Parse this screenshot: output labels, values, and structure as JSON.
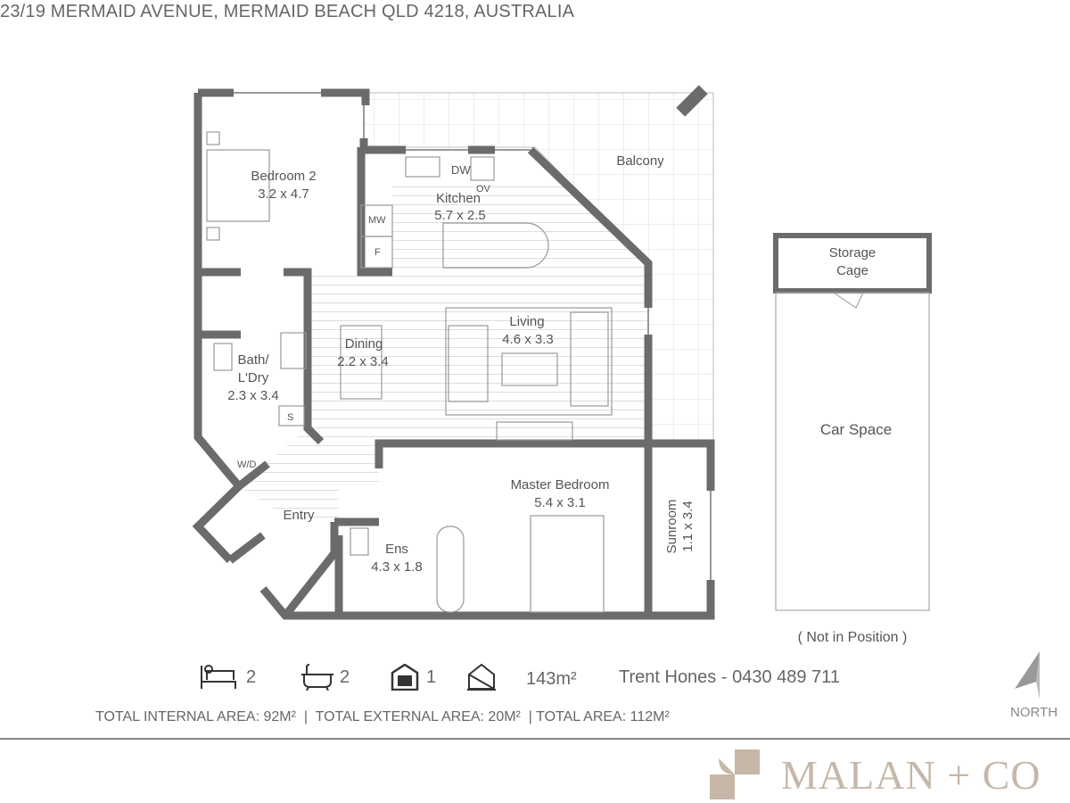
{
  "address": "23/19 MERMAID AVENUE, MERMAID BEACH QLD 4218, AUSTRALIA",
  "rooms": {
    "bedroom2": {
      "name": "Bedroom 2",
      "size": "3.2 x 4.7"
    },
    "kitchen": {
      "name": "Kitchen",
      "size": "5.7 x 2.5"
    },
    "balcony": {
      "name": "Balcony"
    },
    "living": {
      "name": "Living",
      "size": "4.6 x 3.3"
    },
    "dining": {
      "name": "Dining",
      "size": "2.2 x 3.4"
    },
    "bath": {
      "name1": "Bath/",
      "name2": "L'Dry",
      "size": "2.3 x 3.4"
    },
    "master": {
      "name": "Master Bedroom",
      "size": "5.4 x 3.1"
    },
    "ens": {
      "name": "Ens",
      "size": "4.3 x 1.8"
    },
    "sunroom": {
      "name": "Sunroom",
      "size": "1.1 x 3.4"
    },
    "entry": {
      "name": "Entry"
    },
    "storage": {
      "name1": "Storage",
      "name2": "Cage"
    },
    "car": {
      "name": "Car Space",
      "note": "( Not in Position )"
    }
  },
  "fixtures": {
    "dw": "DW",
    "ov": "OV",
    "mw": "MW",
    "f": "F",
    "s": "S",
    "wd": "W/D"
  },
  "stats": {
    "bedrooms": "2",
    "bathrooms": "2",
    "garage": "1",
    "land_area": "143m²",
    "agent": "Trent Hones - 0430 489 711"
  },
  "totals": "TOTAL INTERNAL AREA: 92M²  |  TOTAL EXTERNAL AREA: 20M²  | TOTAL AREA: 112M²",
  "north_label": "NORTH",
  "brand": "MALAN + CO",
  "colors": {
    "wall": "#6b6b6b",
    "brand": "#c6b7a8"
  }
}
